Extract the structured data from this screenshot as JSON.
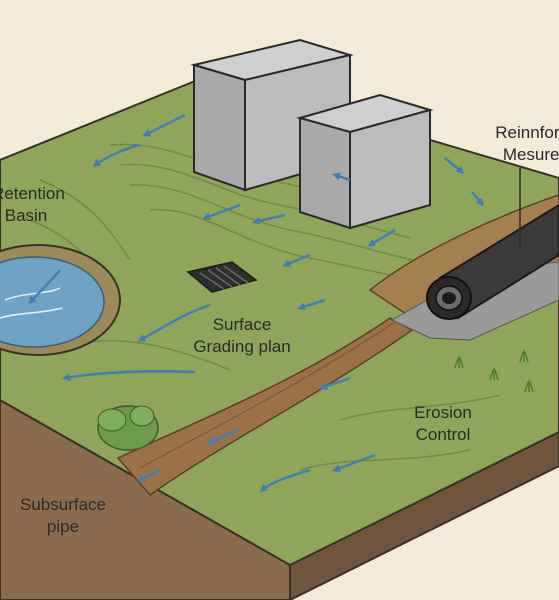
{
  "labels": {
    "retention_basin": [
      "Retention",
      "Basin"
    ],
    "surface_grading": [
      "Surface",
      "Grading plan"
    ],
    "reinforced_measures": [
      "Reinnforc",
      "Mesures"
    ],
    "erosion_control": [
      "Erosion",
      "Control"
    ],
    "subsurface_pipe": [
      "Subsurface",
      "pipe"
    ]
  },
  "colors": {
    "background": "#f3ead7",
    "grass": "#8fa55a",
    "grass_dark": "#6f8a45",
    "soil_side": "#8a6b4f",
    "channel": "#9c7147",
    "water": "#6fa3c4",
    "flow_arrow": "#3f7fb5",
    "building_front": "#a9a9a9",
    "building_top": "#cfcfcf",
    "building_side": "#8e8e8e",
    "pipe": "#3a3a3a",
    "gravel": "#9a9a9a",
    "shrub": "#6e9a4e"
  },
  "icons": [
    "building-icon",
    "storm-drain-grate-icon",
    "culvert-pipe-icon",
    "shrub-icon",
    "flow-arrow-icon",
    "grass-tuft-icon"
  ]
}
